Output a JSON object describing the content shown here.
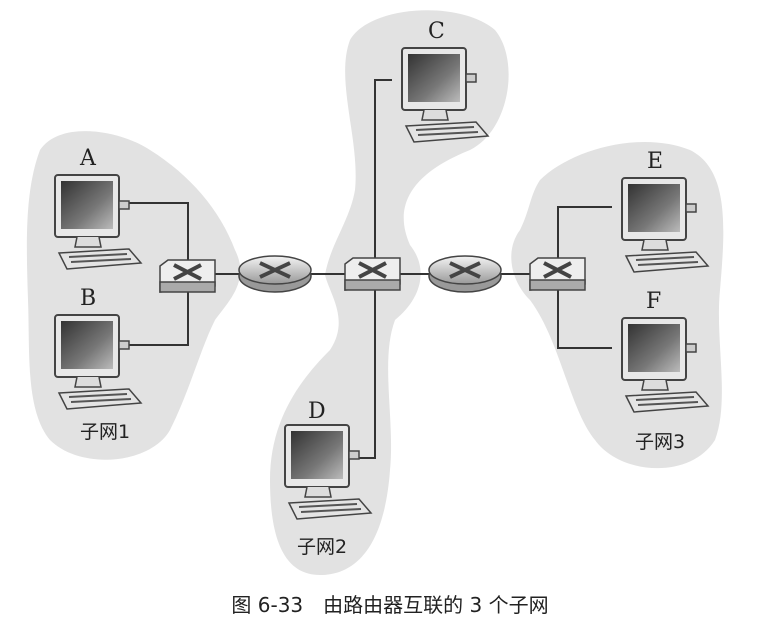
{
  "hosts": {
    "a": "A",
    "b": "B",
    "c": "C",
    "d": "D",
    "e": "E",
    "f": "F"
  },
  "subnets": {
    "s1": "子网1",
    "s2": "子网2",
    "s3": "子网3"
  },
  "caption": "图 6-33　由路由器互联的 3 个子网",
  "colors": {
    "blob": "#e2e2e2",
    "device": "#d8d8d8",
    "screen": "#555555"
  }
}
